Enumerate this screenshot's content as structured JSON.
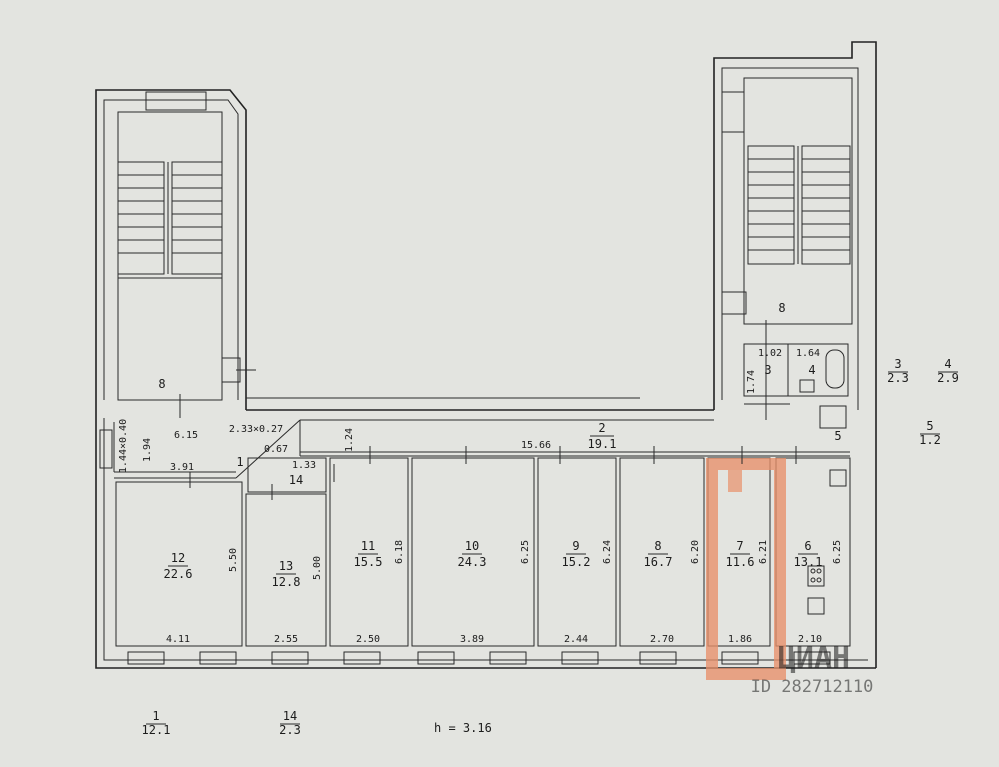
{
  "rooms": [
    {
      "num": "12",
      "area": "22.6"
    },
    {
      "num": "13",
      "area": "12.8"
    },
    {
      "num": "11",
      "area": "15.5"
    },
    {
      "num": "10",
      "area": "24.3"
    },
    {
      "num": "9",
      "area": "15.2"
    },
    {
      "num": "8",
      "area": "16.7"
    },
    {
      "num": "7",
      "area": "11.6"
    },
    {
      "num": "6",
      "area": "13.1"
    },
    {
      "num": "2",
      "area": "19.1"
    },
    {
      "num": "3",
      "area": "2.3"
    },
    {
      "num": "4",
      "area": "2.9"
    },
    {
      "num": "5",
      "area": "1.2"
    }
  ],
  "legend_rooms": [
    {
      "num": "1",
      "area": "12.1"
    },
    {
      "num": "14",
      "area": "2.3"
    }
  ],
  "labels": {
    "stair_left": "8",
    "stair_right": "8",
    "hall_1": "1",
    "hall_14": "14",
    "wc_3": "3",
    "wc_4": "4",
    "wc_5": "5",
    "height": "h  =  3.16"
  },
  "dims": {
    "d_615": "6.15",
    "d_233": "2.33×0.27",
    "d_067": "0.67",
    "d_133": "1.33",
    "d_124": "1.24",
    "d_1566": "15.66",
    "d_194": "1.94",
    "d_144": "1.44×0.40",
    "d_391": "3.91",
    "d_550": "5.50",
    "d_500": "5.00",
    "d_618": "6.18",
    "d_625a": "6.25",
    "d_624": "6.24",
    "d_620": "6.20",
    "d_621": "6.21",
    "d_625b": "6.25",
    "d_411": "4.11",
    "d_255": "2.55",
    "d_250": "2.50",
    "d_389": "3.89",
    "d_244": "2.44",
    "d_270": "2.70",
    "d_186": "1.86",
    "d_210": "2.10",
    "d_102": "1.02",
    "d_164": "1.64",
    "d_174": "1.74"
  },
  "watermark": {
    "brand": "ЦИАН",
    "id": "ID 282712110"
  },
  "highlight_color": "#e8906a"
}
